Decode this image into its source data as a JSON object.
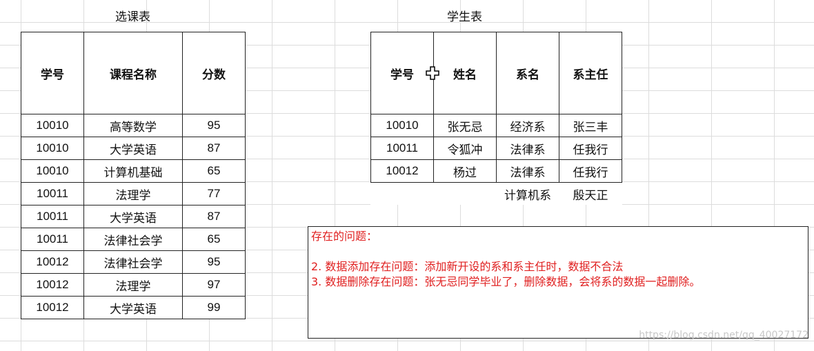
{
  "course_table": {
    "title": "选课表",
    "headers": [
      "学号",
      "课程名称",
      "分数"
    ],
    "rows": [
      [
        "10010",
        "高等数学",
        "95"
      ],
      [
        "10010",
        "大学英语",
        "87"
      ],
      [
        "10010",
        "计算机基础",
        "65"
      ],
      [
        "10011",
        "法理学",
        "77"
      ],
      [
        "10011",
        "大学英语",
        "87"
      ],
      [
        "10011",
        "法律社会学",
        "65"
      ],
      [
        "10012",
        "法律社会学",
        "95"
      ],
      [
        "10012",
        "法理学",
        "97"
      ],
      [
        "10012",
        "大学英语",
        "99"
      ]
    ]
  },
  "student_table": {
    "title": "学生表",
    "headers": [
      "学号",
      "姓名",
      "系名",
      "系主任"
    ],
    "rows": [
      [
        "10010",
        "张无忌",
        "经济系",
        "张三丰"
      ],
      [
        "10011",
        "令狐冲",
        "法律系",
        "任我行"
      ],
      [
        "10012",
        "杨过",
        "法律系",
        "任我行"
      ]
    ],
    "extra_row": [
      "",
      "",
      "计算机系",
      "殷天正"
    ]
  },
  "notes": {
    "heading": "存在的问题：",
    "lines": [
      "2. 数据添加存在问题：添加新开设的系和系主任时，数据不合法",
      "3. 数据删除存在问题：张无忌同学毕业了，删除数据，会将系的数据一起删除。"
    ],
    "color": "#e02020"
  },
  "watermark": "https://blog.csdn.net/qq_40027172"
}
